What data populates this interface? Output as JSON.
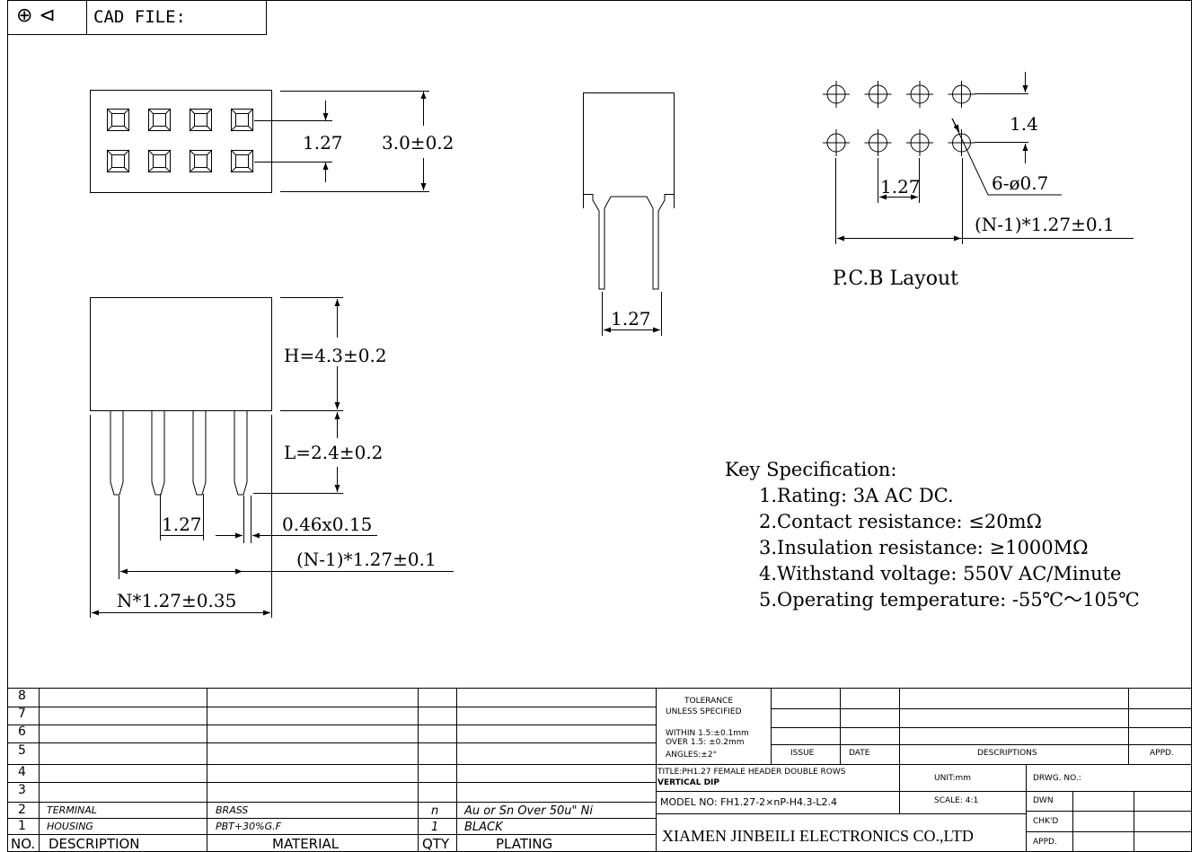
{
  "header": {
    "cad_file_label": "CAD FILE:",
    "projection_symbol": "third-angle-projection-icon"
  },
  "dimensions": {
    "top_view": {
      "pitch": "1.27",
      "width": "3.0±0.2"
    },
    "front_view": {
      "height": "H=4.3±0.2",
      "length": "L=2.4±0.2",
      "pitch": "1.27",
      "pin_size": "0.46x0.15",
      "span": "(N-1)*1.27±0.1",
      "total": "N*1.27±0.35"
    },
    "side_view": {
      "pitch": "1.27"
    },
    "pcb": {
      "row_pitch": "1.4",
      "hole": "6-ø0.7",
      "pitch": "1.27",
      "span": "(N-1)*1.27±0.1",
      "title": "P.C.B Layout"
    }
  },
  "spec": {
    "title": "Key Specification:",
    "items": [
      "1.Rating: 3A AC DC.",
      "2.Contact resistance: ≤20mΩ",
      "3.Insulation resistance: ≥1000MΩ",
      "4.Withstand voltage: 550V AC/Minute",
      "5.Operating temperature: -55℃～105℃"
    ]
  },
  "bom": {
    "headers": {
      "no": "NO.",
      "description": "DESCRIPTION",
      "material": "MATERIAL",
      "qty": "QTY",
      "plating": "PLATING"
    },
    "rows": [
      {
        "no": "8",
        "description": "",
        "material": "",
        "qty": "",
        "plating": ""
      },
      {
        "no": "7",
        "description": "",
        "material": "",
        "qty": "",
        "plating": ""
      },
      {
        "no": "6",
        "description": "",
        "material": "",
        "qty": "",
        "plating": ""
      },
      {
        "no": "5",
        "description": "",
        "material": "",
        "qty": "",
        "plating": ""
      },
      {
        "no": "4",
        "description": "",
        "material": "",
        "qty": "",
        "plating": ""
      },
      {
        "no": "3",
        "description": "",
        "material": "",
        "qty": "",
        "plating": ""
      },
      {
        "no": "2",
        "description": "TERMINAL",
        "material": "BRASS",
        "qty": "n",
        "plating": "Au or Sn Over 50u\" Ni"
      },
      {
        "no": "1",
        "description": "HOUSING",
        "material": "PBT+30%G.F",
        "qty": "1",
        "plating": "BLACK"
      }
    ]
  },
  "title_block": {
    "tolerance_title": "TOLERANCE",
    "tolerance_sub": "UNLESS SPECIFIED",
    "tol_within": "WITHIN 1.5:±0.1mm",
    "tol_over": "OVER 1.5: ±0.2mm",
    "tol_angles": "ANGLES:±2°",
    "issue": "ISSUE",
    "date": "DATE",
    "descriptions": "DESCRIPTIONS",
    "appd": "APPD.",
    "title_line1": "TITLE:PH1.27 FEMALE HEADER DOUBLE ROWS",
    "title_line2": "VERTICAL DIP",
    "unit": "UNIT:mm",
    "drwg_no": "DRWG. NO.:",
    "model": "MODEL NO: FH1.27-2×nP-H4.3-L2.4",
    "scale": "SCALE: 4:1",
    "dwn": "DWN",
    "chkd": "CHK'D",
    "appd_sign": "APPD.",
    "company": "XIAMEN JINBEILI ELECTRONICS CO.,LTD"
  }
}
